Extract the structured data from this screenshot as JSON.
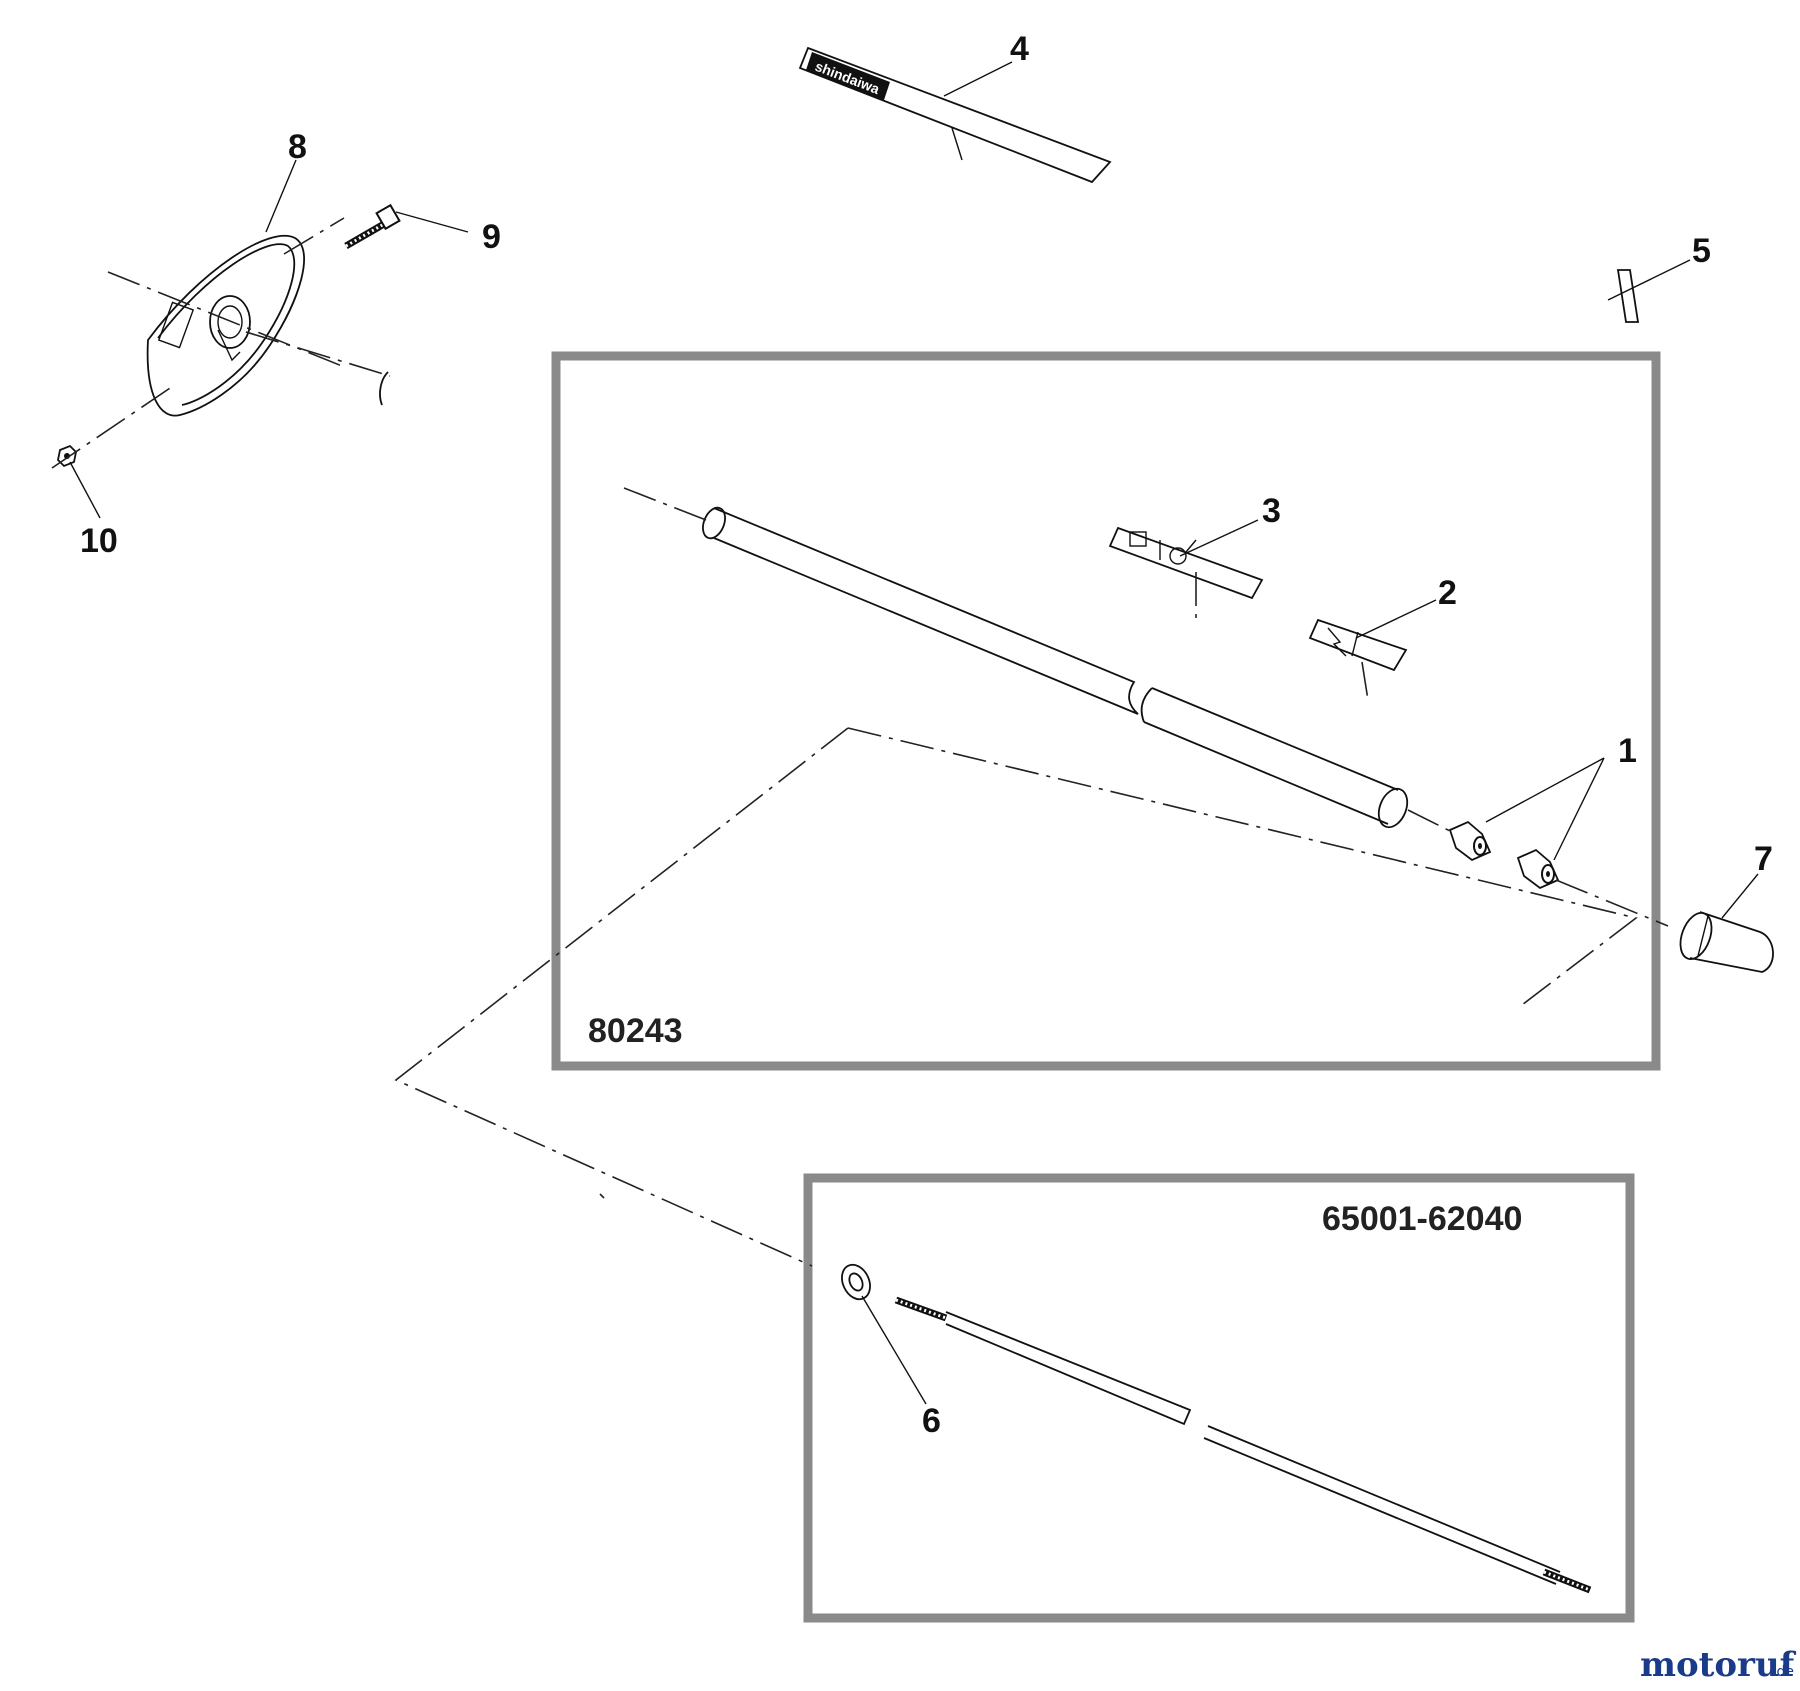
{
  "parts": [
    {
      "callout": "1"
    },
    {
      "callout": "2"
    },
    {
      "callout": "3"
    },
    {
      "callout": "4"
    },
    {
      "callout": "5"
    },
    {
      "callout": "6"
    },
    {
      "callout": "7"
    },
    {
      "callout": "8"
    },
    {
      "callout": "9"
    },
    {
      "callout": "10"
    }
  ],
  "assemblies": [
    {
      "code": "80243"
    },
    {
      "code": "65001-62040"
    }
  ],
  "decal_brand_text": "shindaiwa",
  "watermark": {
    "main": "motoruf",
    "suffix": ".de",
    "color_main": "#1a3a8a",
    "color_accent": "#c0392b"
  }
}
